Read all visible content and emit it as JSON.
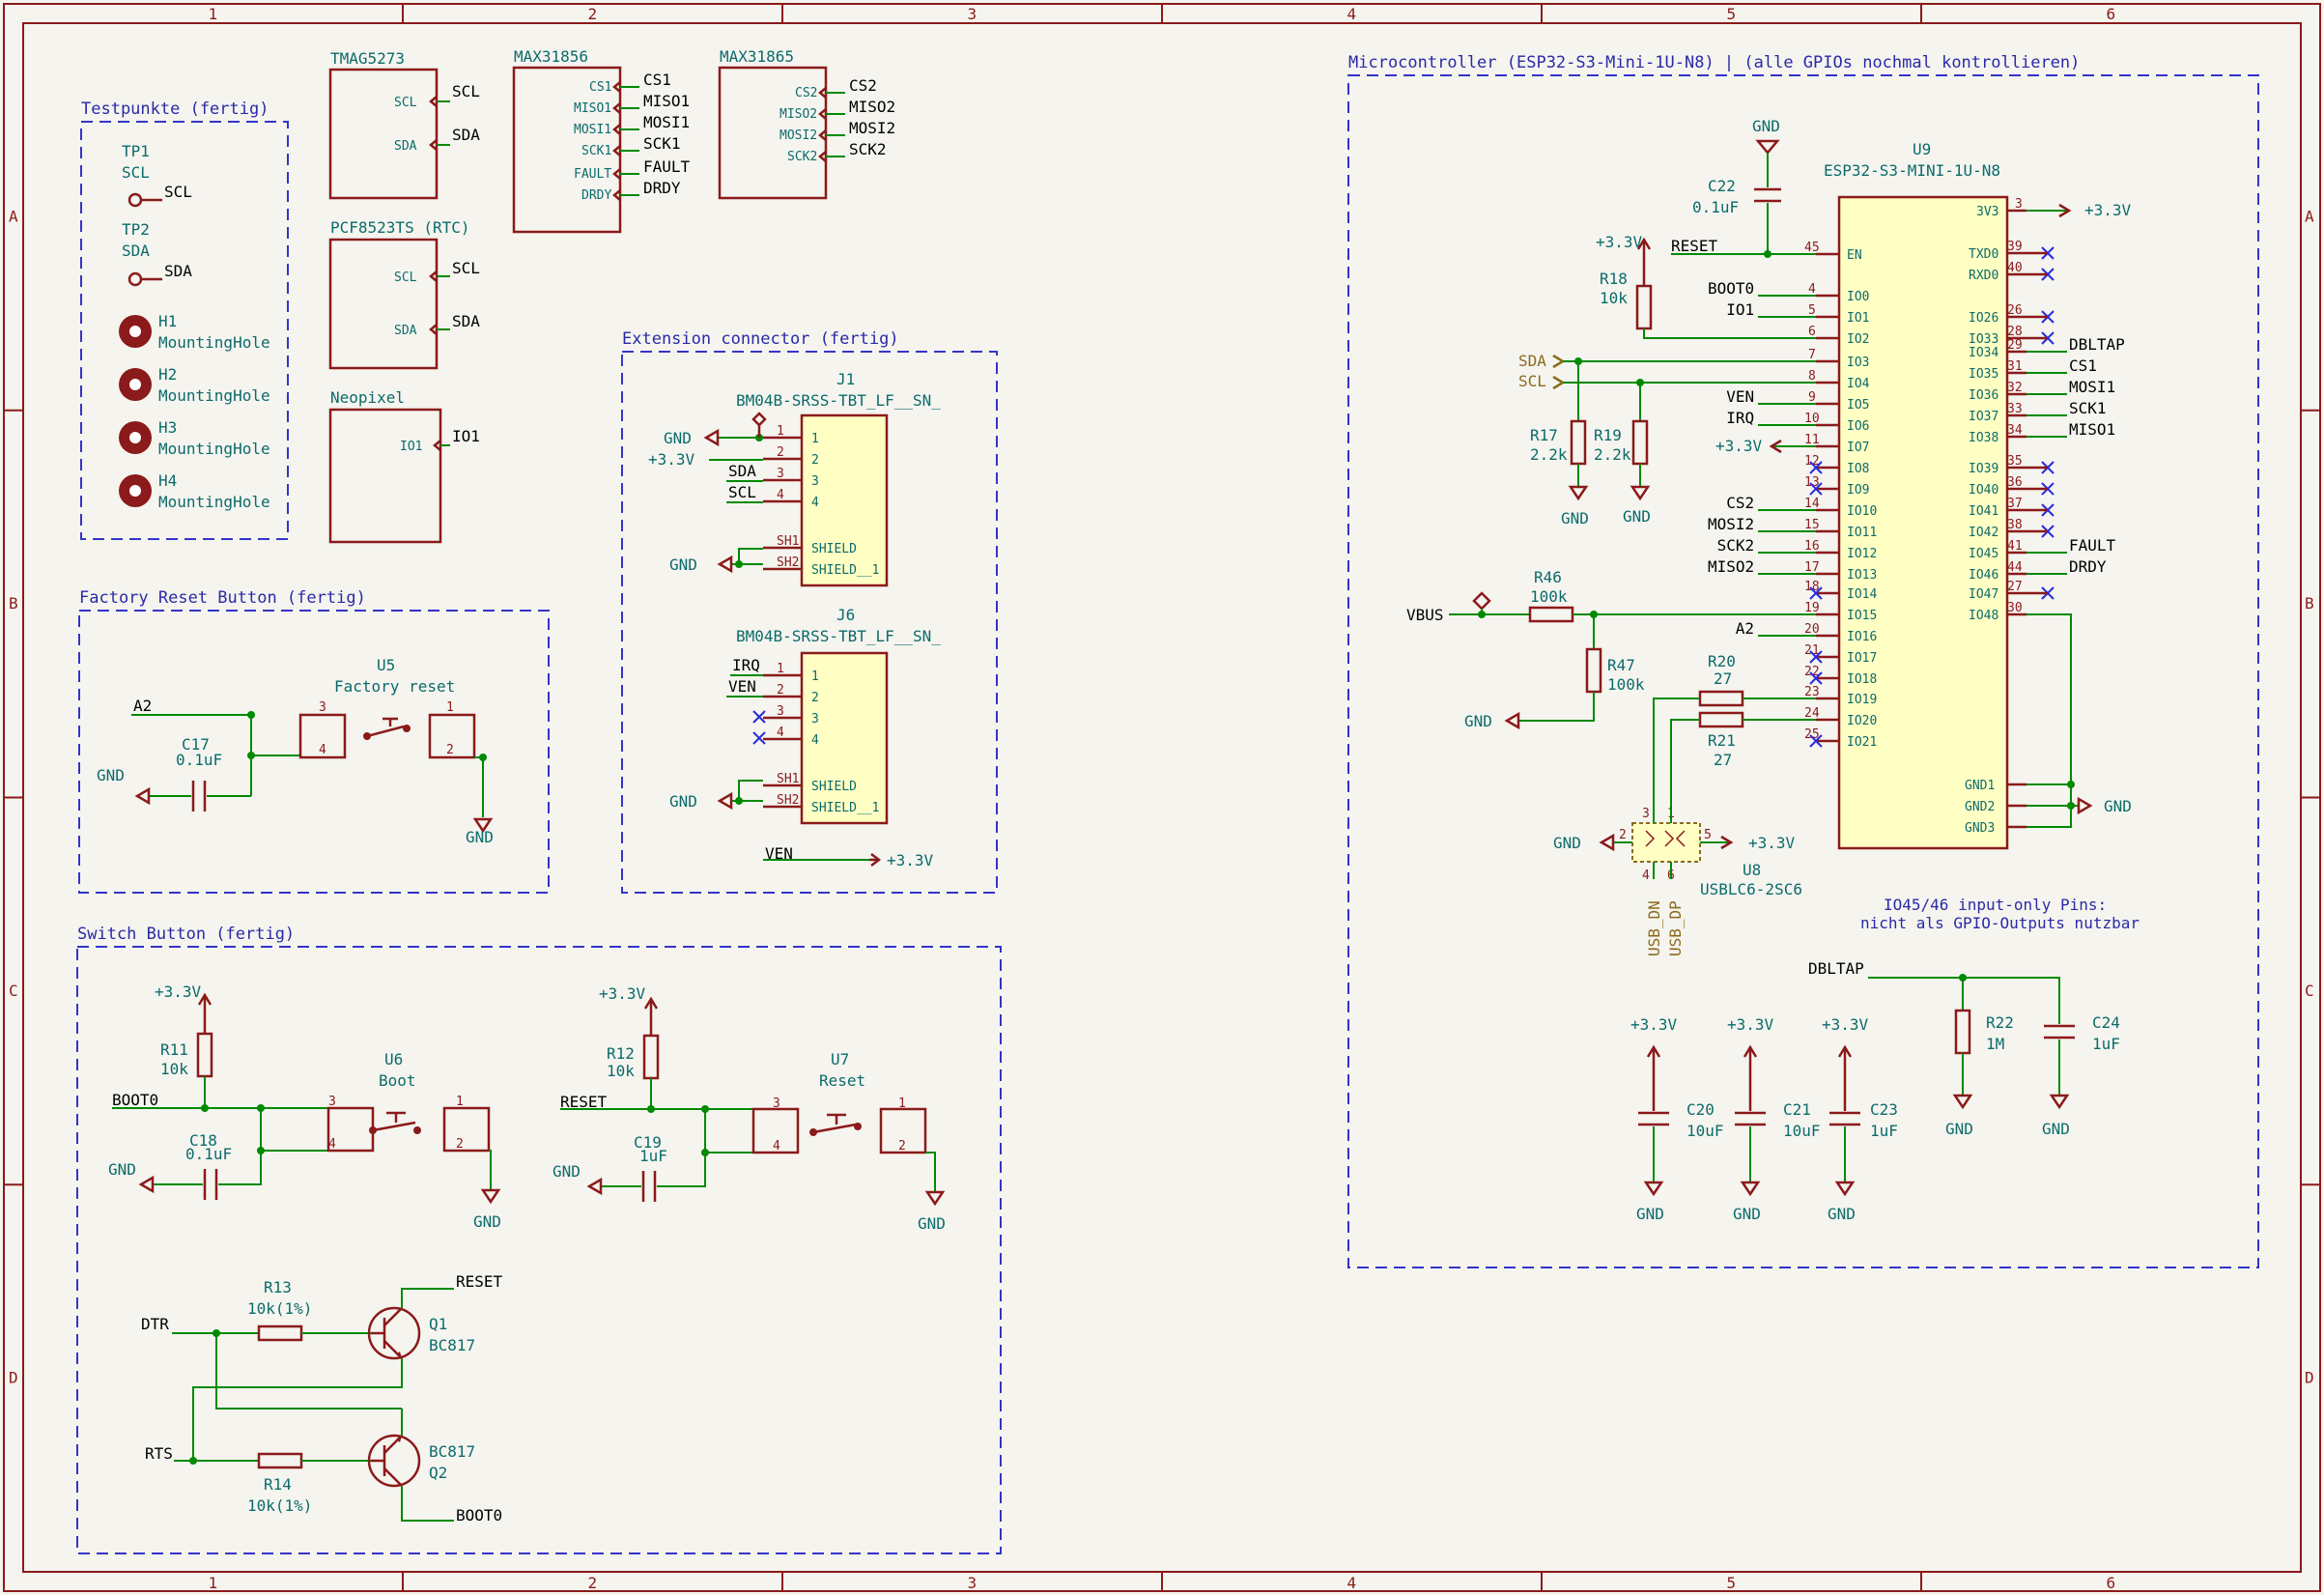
{
  "frame": {
    "columns": [
      "1",
      "2",
      "3",
      "4",
      "5",
      "6"
    ],
    "rows": [
      "A",
      "B",
      "C",
      "D"
    ]
  },
  "groups": {
    "testpoints": "Testpunkte (fertig)",
    "factory_reset": "Factory Reset Button (fertig)",
    "switch": "Switch Button (fertig)",
    "extension": "Extension connector (fertig)",
    "mcu": "Microcontroller (ESP32-S3-Mini-1U-N8) | (alle GPIOs nochmal kontrollieren)"
  },
  "testpoints": {
    "tp1_ref": "TP1",
    "tp1_val": "SCL",
    "tp1_net": "SCL",
    "tp2_ref": "TP2",
    "tp2_val": "SDA",
    "tp2_net": "SDA",
    "holes": [
      {
        "ref": "H1",
        "val": "MountingHole"
      },
      {
        "ref": "H2",
        "val": "MountingHole"
      },
      {
        "ref": "H3",
        "val": "MountingHole"
      },
      {
        "ref": "H4",
        "val": "MountingHole"
      }
    ]
  },
  "sheets": {
    "tmag": {
      "title": "TMAG5273",
      "pins": [
        "SCL",
        "SDA"
      ],
      "nets": [
        "SCL",
        "SDA"
      ]
    },
    "pcf": {
      "title": "PCF8523TS (RTC)",
      "pins": [
        "SCL",
        "SDA"
      ],
      "nets": [
        "SCL",
        "SDA"
      ]
    },
    "neopixel": {
      "title": "Neopixel",
      "pins": [
        "IO1"
      ],
      "nets": [
        "IO1"
      ]
    },
    "max1": {
      "title": "MAX31856",
      "pins": [
        "CS1",
        "MISO1",
        "MOSI1",
        "SCK1",
        "FAULT",
        "DRDY"
      ],
      "nets": [
        "CS1",
        "MISO1",
        "MOSI1",
        "SCK1",
        "FAULT",
        "DRDY"
      ]
    },
    "max2": {
      "title": "MAX31865",
      "pins": [
        "CS2",
        "MISO2",
        "MOSI2",
        "SCK2"
      ],
      "nets": [
        "CS2",
        "MISO2",
        "MOSI2",
        "SCK2"
      ]
    }
  },
  "extension": {
    "j1_ref": "J1",
    "j1_val": "BM04B-SRSS-TBT_LF__SN_",
    "j1_pins": [
      "1",
      "2",
      "3",
      "4",
      "SH1",
      "SH2"
    ],
    "j1_names": [
      "1",
      "2",
      "3",
      "4",
      "SHIELD",
      "SHIELD__1"
    ],
    "j1_nets": [
      "GND",
      "+3.3V",
      "SDA",
      "SCL",
      "GND"
    ],
    "j6_ref": "J6",
    "j6_val": "BM04B-SRSS-TBT_LF__SN_",
    "j6_pins": [
      "1",
      "2",
      "3",
      "4",
      "SH1",
      "SH2"
    ],
    "j6_names": [
      "1",
      "2",
      "3",
      "4",
      "SHIELD",
      "SHIELD__1"
    ],
    "j6_nets": [
      "IRQ",
      "VEN",
      "GND"
    ],
    "ven": "VEN",
    "ven_pwr": "+3.3V"
  },
  "factory_reset": {
    "net": "A2",
    "u_ref": "U5",
    "u_val": "Factory reset",
    "c_ref": "C17",
    "c_val": "0.1uF",
    "gnd": "GND",
    "pins": [
      "3",
      "4",
      "1",
      "2"
    ]
  },
  "switch": {
    "boot": {
      "pwr": "+3.3V",
      "r_ref": "R11",
      "r_val": "10k",
      "net": "BOOT0",
      "c_ref": "C18",
      "c_val": "0.1uF",
      "u_ref": "U6",
      "u_val": "Boot",
      "gnd": "GND"
    },
    "reset": {
      "pwr": "+3.3V",
      "r_ref": "R12",
      "r_val": "10k",
      "net": "RESET",
      "c_ref": "C19",
      "c_val": "1uF",
      "u_ref": "U7",
      "u_val": "Reset",
      "gnd": "GND"
    },
    "q1": {
      "ref": "Q1",
      "val": "BC817",
      "r_ref": "R13",
      "r_val": "10k(1%)",
      "in": "DTR",
      "out": "RESET"
    },
    "q2": {
      "ref": "Q2",
      "val": "BC817",
      "r_ref": "R14",
      "r_val": "10k(1%)",
      "in": "RTS",
      "out": "BOOT0"
    }
  },
  "mcu": {
    "u_ref": "U9",
    "u_val": "ESP32-S3-MINI-1U-N8",
    "c22_ref": "C22",
    "c22_val": "0.1uF",
    "gnd": "GND",
    "pwr": "+3.3V",
    "reset": "RESET",
    "r18_ref": "R18",
    "r18_val": "10k",
    "r17_ref": "R17",
    "r17_val": "2.2k",
    "r19_ref": "R19",
    "r19_val": "2.2k",
    "sda": "SDA",
    "scl": "SCL",
    "r46_ref": "R46",
    "r46_val": "100k",
    "r47_ref": "R47",
    "r47_val": "100k",
    "vbus": "VBUS",
    "r20_ref": "R20",
    "r20_val": "27",
    "r21_ref": "R21",
    "r21_val": "27",
    "u8_ref": "U8",
    "u8_val": "USBLC6-2SC6",
    "usb_dn": "USB_DN",
    "usb_dp": "USB_DP",
    "left_pins": [
      {
        "num": "45",
        "name": "EN",
        "net": "RESET"
      },
      {
        "num": "4",
        "name": "IO0",
        "net": "BOOT0"
      },
      {
        "num": "5",
        "name": "IO1",
        "net": "IO1"
      },
      {
        "num": "6",
        "name": "IO2",
        "net": ""
      },
      {
        "num": "7",
        "name": "IO3",
        "net": ""
      },
      {
        "num": "8",
        "name": "IO4",
        "net": ""
      },
      {
        "num": "9",
        "name": "IO5",
        "net": "VEN"
      },
      {
        "num": "10",
        "name": "IO6",
        "net": "IRQ"
      },
      {
        "num": "11",
        "name": "IO7",
        "net": "+3.3V"
      },
      {
        "num": "12",
        "name": "IO8",
        "net": ""
      },
      {
        "num": "13",
        "name": "IO9",
        "net": ""
      },
      {
        "num": "14",
        "name": "IO10",
        "net": "CS2"
      },
      {
        "num": "15",
        "name": "IO11",
        "net": "MOSI2"
      },
      {
        "num": "16",
        "name": "IO12",
        "net": "SCK2"
      },
      {
        "num": "17",
        "name": "IO13",
        "net": "MISO2"
      },
      {
        "num": "18",
        "name": "IO14",
        "net": ""
      },
      {
        "num": "19",
        "name": "IO15",
        "net": ""
      },
      {
        "num": "20",
        "name": "IO16",
        "net": "A2"
      },
      {
        "num": "21",
        "name": "IO17",
        "net": ""
      },
      {
        "num": "22",
        "name": "IO18",
        "net": ""
      },
      {
        "num": "23",
        "name": "IO19",
        "net": ""
      },
      {
        "num": "24",
        "name": "IO20",
        "net": ""
      },
      {
        "num": "25",
        "name": "IO21",
        "net": ""
      }
    ],
    "right_pins": [
      {
        "num": "3",
        "name": "3V3",
        "net": "+3.3V"
      },
      {
        "num": "39",
        "name": "TXD0",
        "net": ""
      },
      {
        "num": "40",
        "name": "RXD0",
        "net": ""
      },
      {
        "num": "26",
        "name": "IO26",
        "net": ""
      },
      {
        "num": "28",
        "name": "IO33",
        "net": ""
      },
      {
        "num": "29",
        "name": "IO34",
        "net": "DBLTAP"
      },
      {
        "num": "31",
        "name": "IO35",
        "net": "CS1"
      },
      {
        "num": "32",
        "name": "IO36",
        "net": "MOSI1"
      },
      {
        "num": "33",
        "name": "IO37",
        "net": "SCK1"
      },
      {
        "num": "34",
        "name": "IO38",
        "net": "MISO1"
      },
      {
        "num": "35",
        "name": "IO39",
        "net": ""
      },
      {
        "num": "36",
        "name": "IO40",
        "net": ""
      },
      {
        "num": "37",
        "name": "IO41",
        "net": ""
      },
      {
        "num": "38",
        "name": "IO42",
        "net": ""
      },
      {
        "num": "41",
        "name": "IO45",
        "net": "FAULT"
      },
      {
        "num": "44",
        "name": "IO46",
        "net": "DRDY"
      },
      {
        "num": "27",
        "name": "IO47",
        "net": ""
      },
      {
        "num": "30",
        "name": "IO48",
        "net": ""
      }
    ],
    "gnd_pins": [
      {
        "name": "GND1"
      },
      {
        "name": "GND2"
      },
      {
        "name": "GND3"
      }
    ],
    "note1": "IO45/46 input-only Pins:",
    "note2": "nicht als GPIO-Outputs nutzbar",
    "dbltap": "DBLTAP",
    "r22_ref": "R22",
    "r22_val": "1M",
    "c24_ref": "C24",
    "c24_val": "1uF",
    "c20_ref": "C20",
    "c20_val": "10uF",
    "c21_ref": "C21",
    "c21_val": "10uF",
    "c23_ref": "C23",
    "c23_val": "1uF"
  }
}
